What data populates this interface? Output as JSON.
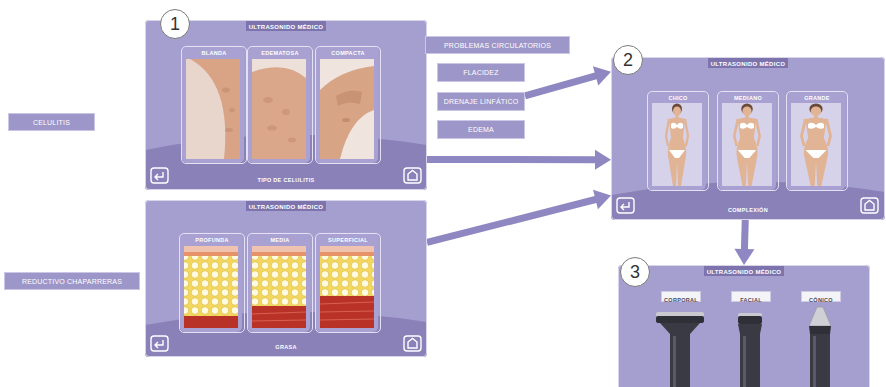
{
  "diagram": {
    "nodes": [
      {
        "text": [
          "1"
        ]
      },
      {
        "text": [
          "ULTRASONIDO MÉDICO",
          "TIPO DE CELULITIS"
        ]
      },
      {
        "text": [
          "BLANDA"
        ],
        "in": 1
      },
      {
        "text": [
          "EDEMATOSA"
        ],
        "in": 1
      },
      {
        "text": [
          "COMPACTA"
        ],
        "in": 1
      },
      {
        "text": [
          "PROBLEMAS CIRCULATORIOS"
        ]
      },
      {
        "text": [
          "FLACIDEZ"
        ]
      },
      {
        "text": [
          "DRENAJE LINFÁTICO"
        ]
      },
      {
        "text": [
          "EDEMA"
        ]
      },
      {
        "text": [
          "2"
        ]
      },
      {
        "text": [
          "ULTRASONIDO MÉDICO",
          "COMPLEXIÓN"
        ]
      },
      {
        "text": [
          "CHICO"
        ],
        "in": 10
      },
      {
        "text": [
          "MEDIANO"
        ],
        "in": 10
      },
      {
        "text": [
          "GRANDE"
        ],
        "in": 10
      },
      {
        "text": [
          "CELULITIS"
        ]
      },
      {
        "text": [
          "ULTRASONIDO MÉDICO",
          "GRASA"
        ]
      },
      {
        "text": [
          "PROFUNDA"
        ],
        "in": 15
      },
      {
        "text": [
          "MEDIA"
        ],
        "in": 15
      },
      {
        "text": [
          "SUPERFICIAL"
        ],
        "in": 15
      },
      {
        "text": [
          "3"
        ]
      },
      {
        "text": [
          "ULTRASONIDO MÉDICO"
        ]
      },
      {
        "text": [
          "CORPORAL"
        ],
        "in": 20
      },
      {
        "text": [
          "FACIAL"
        ],
        "in": 20
      },
      {
        "text": [
          "CÓNICO"
        ],
        "in": 20
      },
      {
        "text": [
          "REDUCTIVO CHAPARRERAS"
        ]
      }
    ],
    "edges": [
      {
        "from": 7,
        "to": 10,
        "arrow": "to"
      },
      {
        "from": 1,
        "to": 10,
        "arrow": "to"
      },
      {
        "from": 15,
        "to": 10,
        "arrow": "to"
      },
      {
        "from": 10,
        "to": 20,
        "arrow": "to"
      }
    ]
  }
}
